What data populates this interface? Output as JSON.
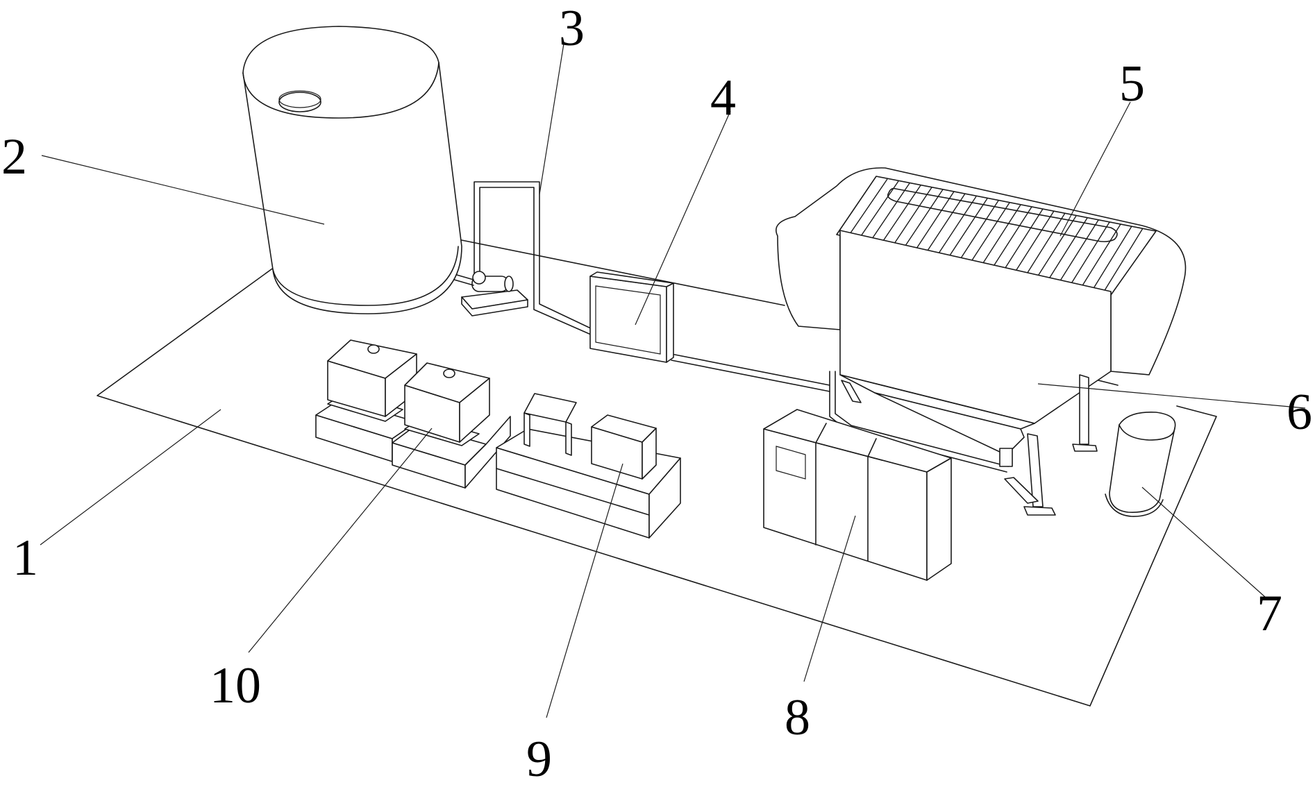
{
  "colors": {
    "line": "#1a1a1a",
    "background": "#ffffff"
  },
  "callouts": [
    {
      "id": "1",
      "text": "1"
    },
    {
      "id": "2",
      "text": "2"
    },
    {
      "id": "3",
      "text": "3"
    },
    {
      "id": "4",
      "text": "4"
    },
    {
      "id": "5",
      "text": "5"
    },
    {
      "id": "6",
      "text": "6"
    },
    {
      "id": "7",
      "text": "7"
    },
    {
      "id": "8",
      "text": "8"
    },
    {
      "id": "9",
      "text": "9"
    },
    {
      "id": "10",
      "text": "10"
    }
  ]
}
